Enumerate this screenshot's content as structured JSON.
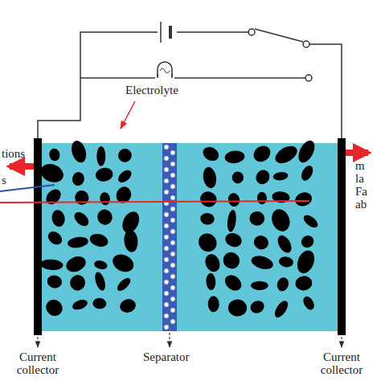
{
  "diagram": {
    "labels": [
      "Electrolyte",
      "tions",
      "s",
      "m",
      "la",
      "Fa",
      "ab",
      "Current collector",
      "Separator",
      "Current collector"
    ]
  }
}
